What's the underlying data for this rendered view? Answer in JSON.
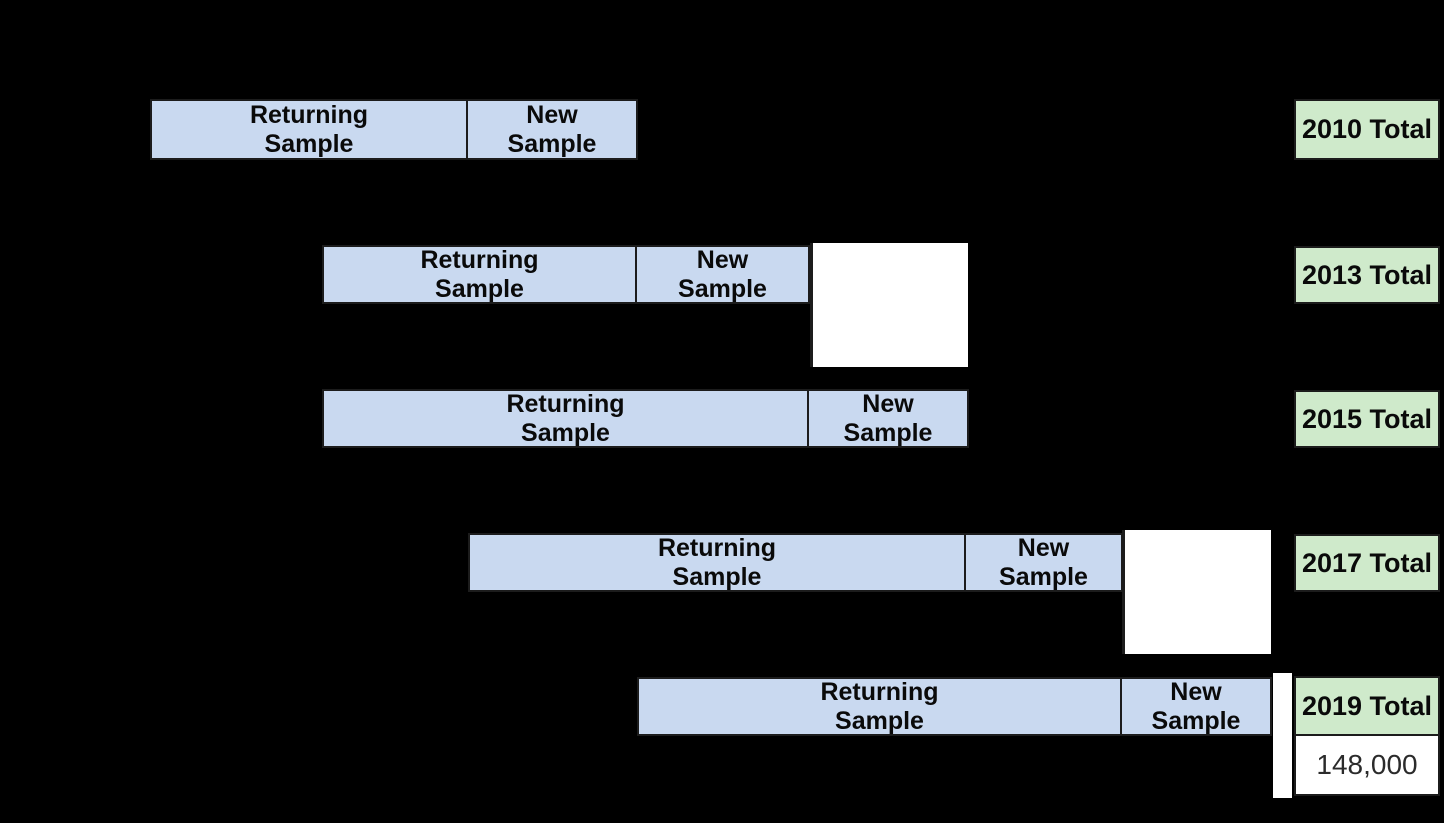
{
  "diagram": {
    "description": "Sample composition by survey year with returning and new samples and year totals",
    "background_color": "#000000",
    "sample_fill_color": "#c9d9f0",
    "total_fill_color": "#cfeacb",
    "attrition_fill_color": "#ffffff",
    "border_color": "#1c1c1c"
  },
  "rows": [
    {
      "year": "2010",
      "returning_label": "Returning\nSample",
      "new_label": "New\nSample",
      "total_label": "2010 Total"
    },
    {
      "year": "2013",
      "returning_label": "Returning\nSample",
      "new_label": "New\nSample",
      "total_label": "2013 Total"
    },
    {
      "year": "2015",
      "returning_label": "Returning\nSample",
      "new_label": "New\nSample",
      "total_label": "2015 Total"
    },
    {
      "year": "2017",
      "returning_label": "Returning\nSample",
      "new_label": "New\nSample",
      "total_label": "2017 Total"
    },
    {
      "year": "2019",
      "returning_label": "Returning\nSample",
      "new_label": "New\nSample",
      "total_label": "2019 Total",
      "total_value": "148,000"
    }
  ]
}
